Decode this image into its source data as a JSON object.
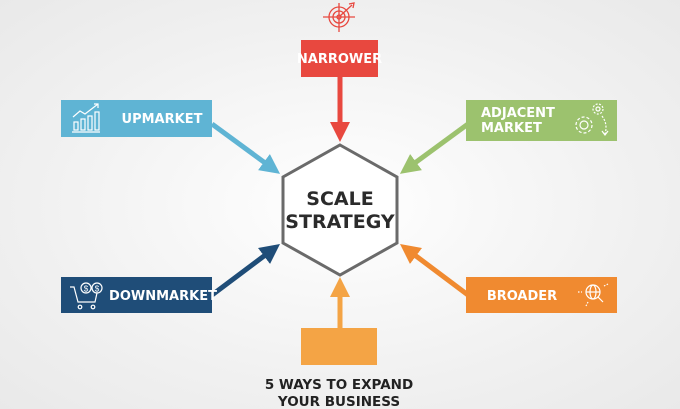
{
  "center": {
    "line1": "SCALE",
    "line2": "STRATEGY"
  },
  "branches": {
    "narrower": {
      "label": "NARROWER",
      "color": "#e8483f",
      "icon": "target-icon"
    },
    "upmarket": {
      "label": "UPMARKET",
      "color": "#5fb4d4",
      "icon": "chart-growth-icon"
    },
    "adjacent": {
      "line1": "ADJACENT",
      "line2": "MARKET",
      "color": "#9cc26e",
      "icon": "gears-icon"
    },
    "downmarket": {
      "label": "DOWNMARKET",
      "color": "#1f4d78",
      "icon": "cart-dollar-icon"
    },
    "broader": {
      "label": "BROADER",
      "color": "#f08a30",
      "icon": "globe-search-icon"
    },
    "bottom": {
      "color": "#f4a445"
    }
  },
  "caption": {
    "line1": "5 WAYS TO EXPAND",
    "line2": "YOUR BUSINESS"
  }
}
